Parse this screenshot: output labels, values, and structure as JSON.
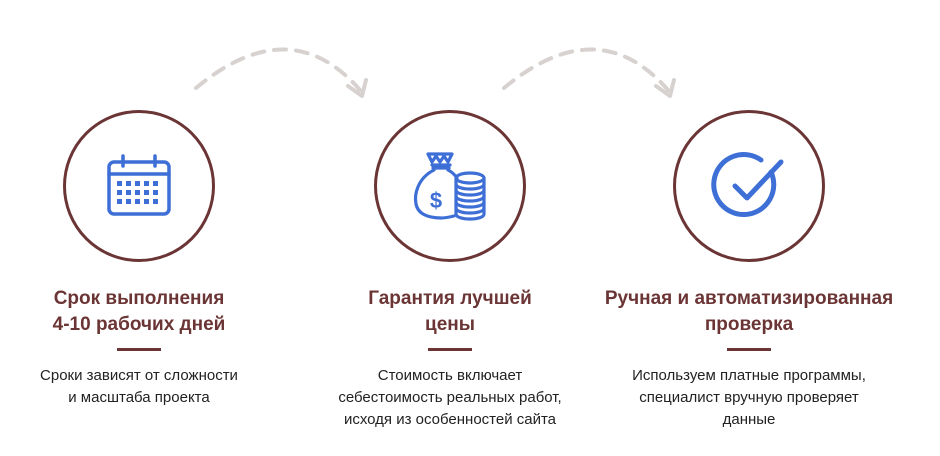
{
  "colors": {
    "accent": "#6b3535",
    "icon": "#3d6fd6",
    "arrow": "#d7d2cf",
    "text": "#222222"
  },
  "steps": [
    {
      "icon": "calendar-icon",
      "title": "Срок выполнения\n4-10 рабочих дней",
      "description": "Сроки зависят от сложности\nи масштаба проекта"
    },
    {
      "icon": "money-bag-coins-icon",
      "title": "Гарантия лучшей\nцены",
      "description": "Стоимость включает\nсебестоимость реальных работ,\nисходя из особенностей сайта"
    },
    {
      "icon": "checkmark-circle-icon",
      "title": "Ручная и автоматизированная\nпроверка",
      "description": "Используем платные программы,\nспециалист вручную проверяет\nданные"
    }
  ]
}
